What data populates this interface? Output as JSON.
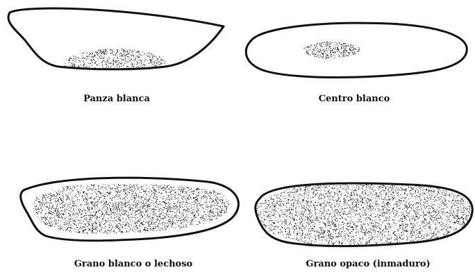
{
  "figure": {
    "ink_color": "#111111",
    "fill_color": "#ffffff",
    "panels": [
      {
        "id": "panza-blanca",
        "caption": "Panza blanca",
        "chalky_region": "belly"
      },
      {
        "id": "centro-blanco",
        "caption": "Centro blanco",
        "chalky_region": "center"
      },
      {
        "id": "grano-blanco-lechoso",
        "caption": "Grano blanco o lechoso",
        "chalky_region": "most of grain"
      },
      {
        "id": "grano-opaco",
        "caption": "Grano opaco (inmaduro)",
        "chalky_region": "entire grain"
      }
    ]
  }
}
